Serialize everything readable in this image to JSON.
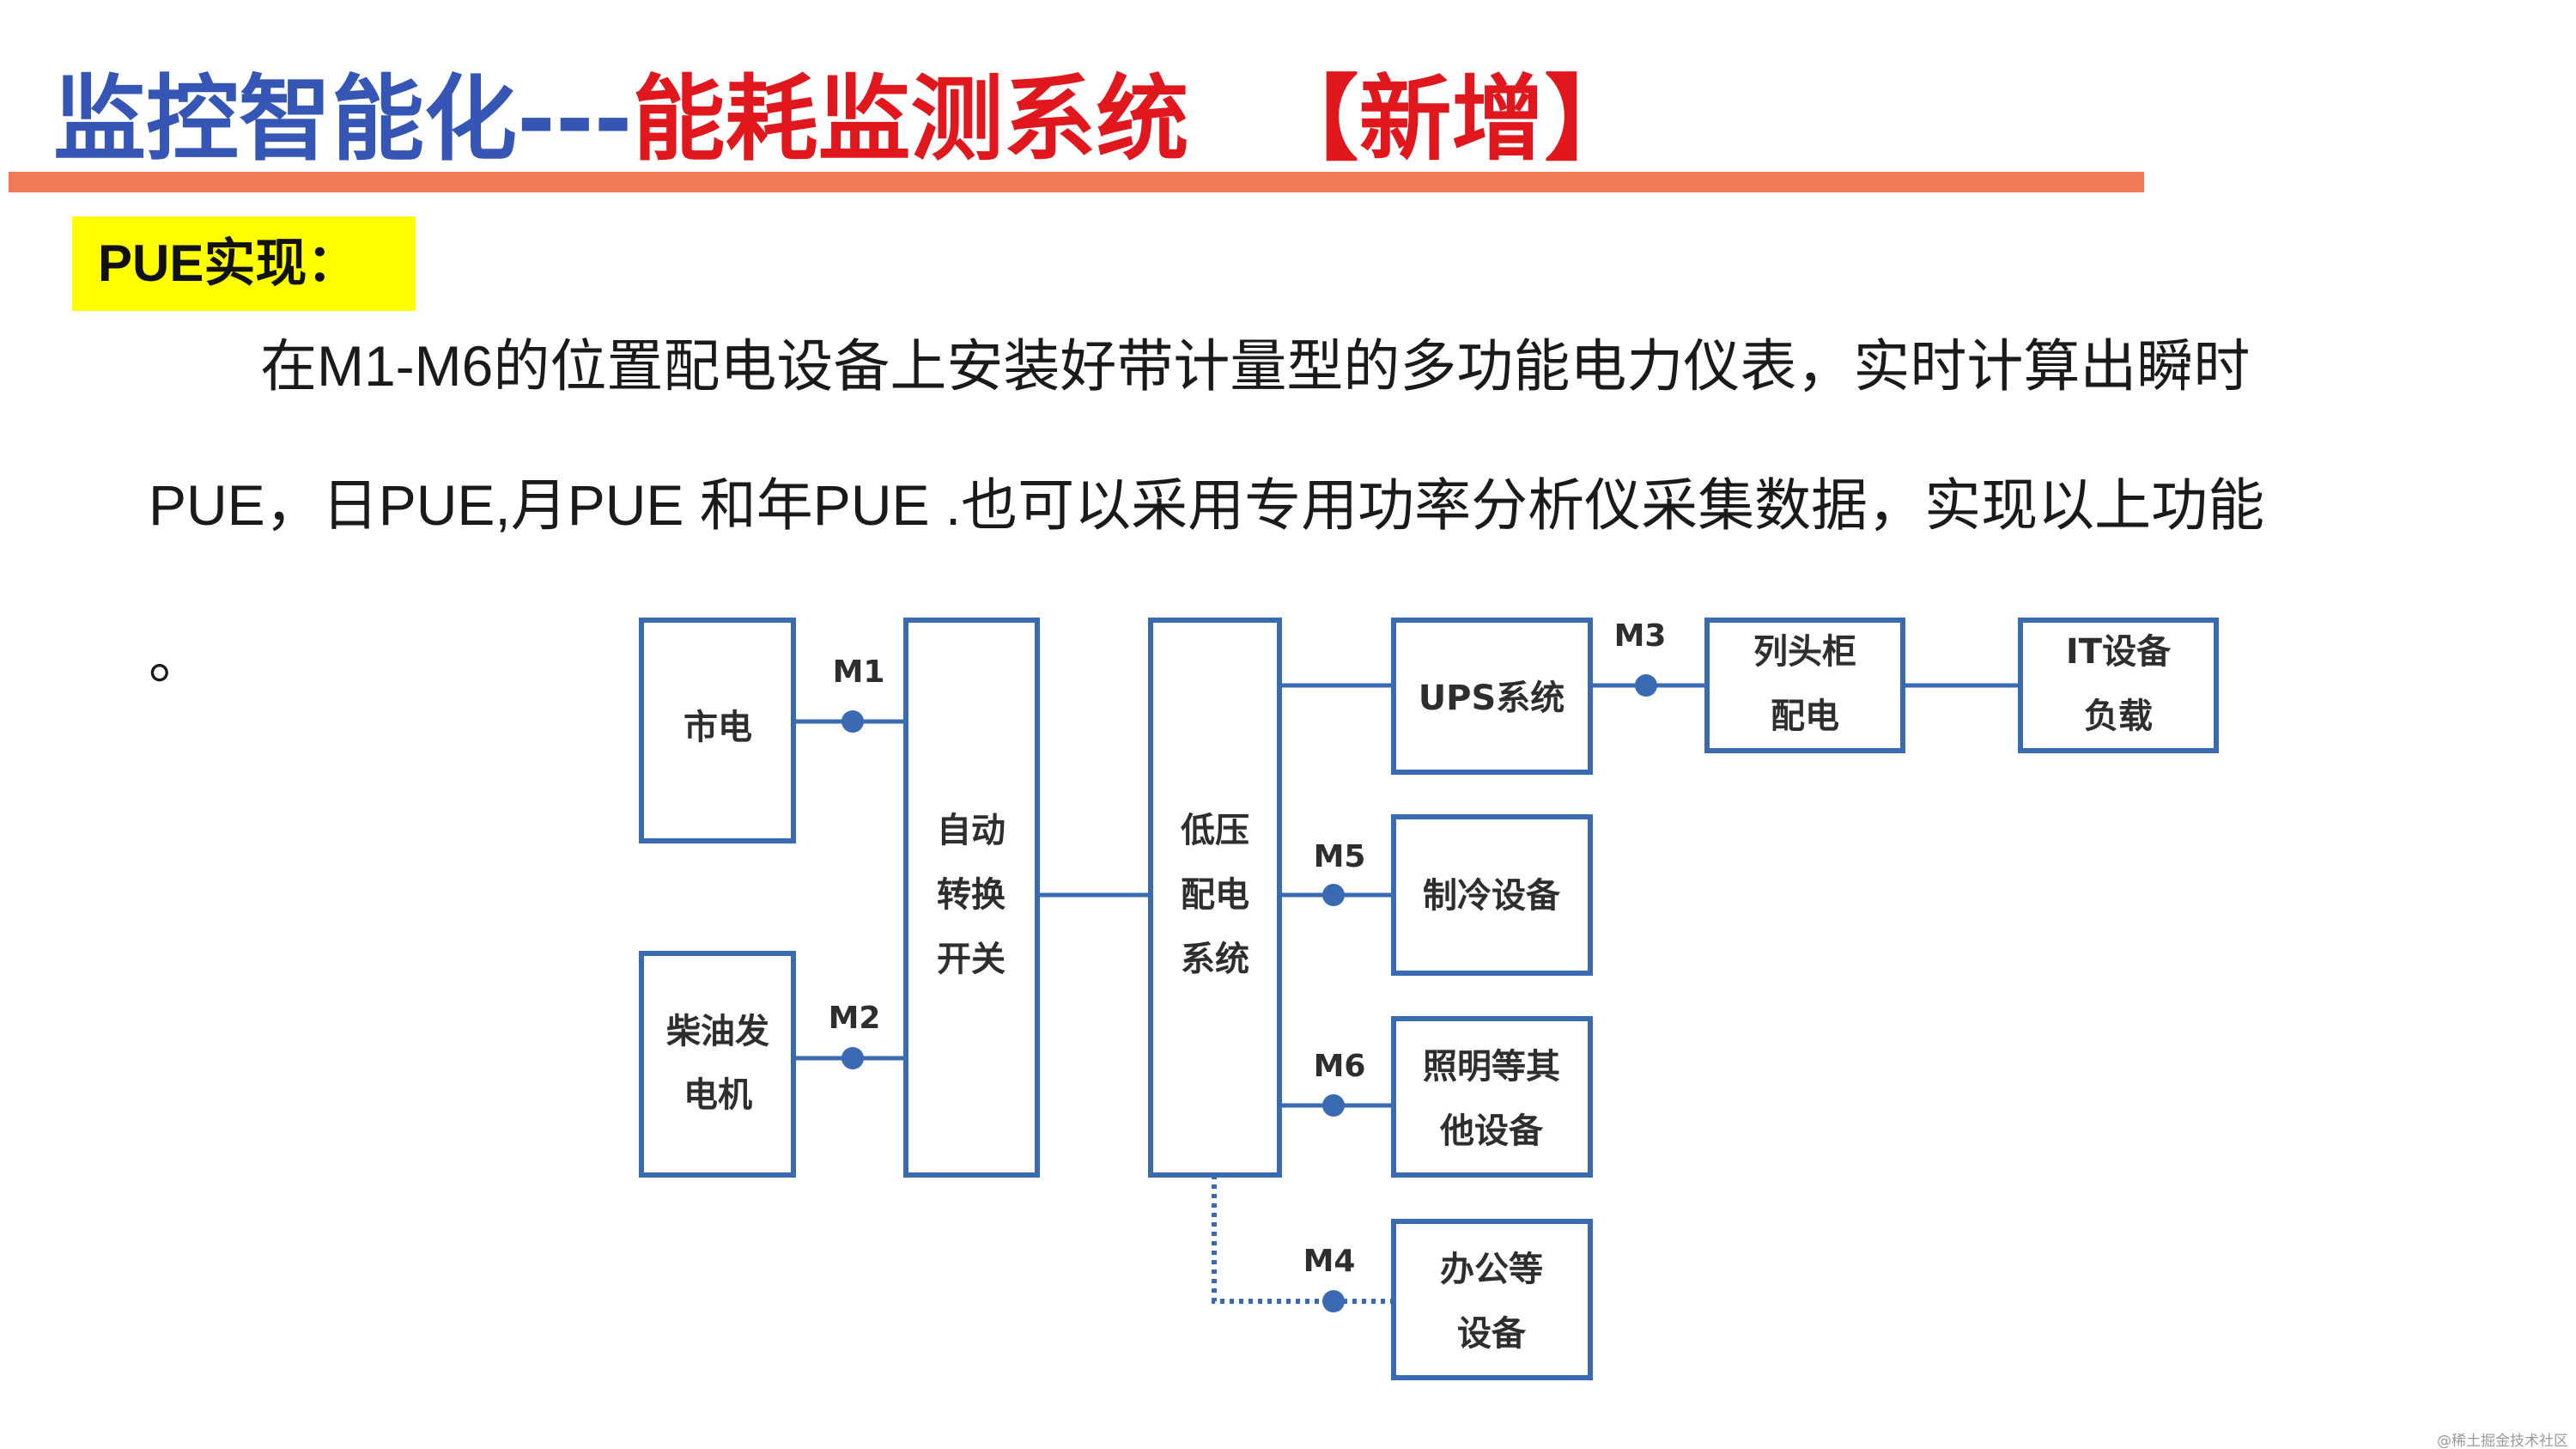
{
  "title": {
    "part1": "监控智能化---",
    "part2": "能耗监测系统",
    "part3": "【新增】",
    "color_part1": "#3556b5",
    "color_part2": "#e0181e"
  },
  "section_label": "PUE实现：",
  "paragraph": {
    "line1": "在M1-M6的位置配电设备上安装好带计量型的多功能电力仪表，实时计算出瞬时",
    "line2": "PUE，日PUE,月PUE 和年PUE .也可以采用专用功率分析仪采集数据，实现以上功能",
    "line3": "。"
  },
  "diagram": {
    "box_color": "#3a6ab2",
    "nodes": {
      "utility": [
        "市电"
      ],
      "generator": [
        "柴油发",
        "电机"
      ],
      "ats": [
        "自动",
        "转换",
        "开关"
      ],
      "lv_dist": [
        "低压",
        "配电",
        "系统"
      ],
      "ups": [
        "UPS系统"
      ],
      "column_cabinet": [
        "列头柜",
        "配电"
      ],
      "it_load": [
        "IT设备",
        "负载"
      ],
      "cooling": [
        "制冷设备"
      ],
      "lighting": [
        "照明等其",
        "他设备"
      ],
      "office": [
        "办公等",
        "设备"
      ]
    },
    "meters": [
      "M1",
      "M2",
      "M3",
      "M4",
      "M5",
      "M6"
    ]
  },
  "watermark": "@稀土掘金技术社区"
}
